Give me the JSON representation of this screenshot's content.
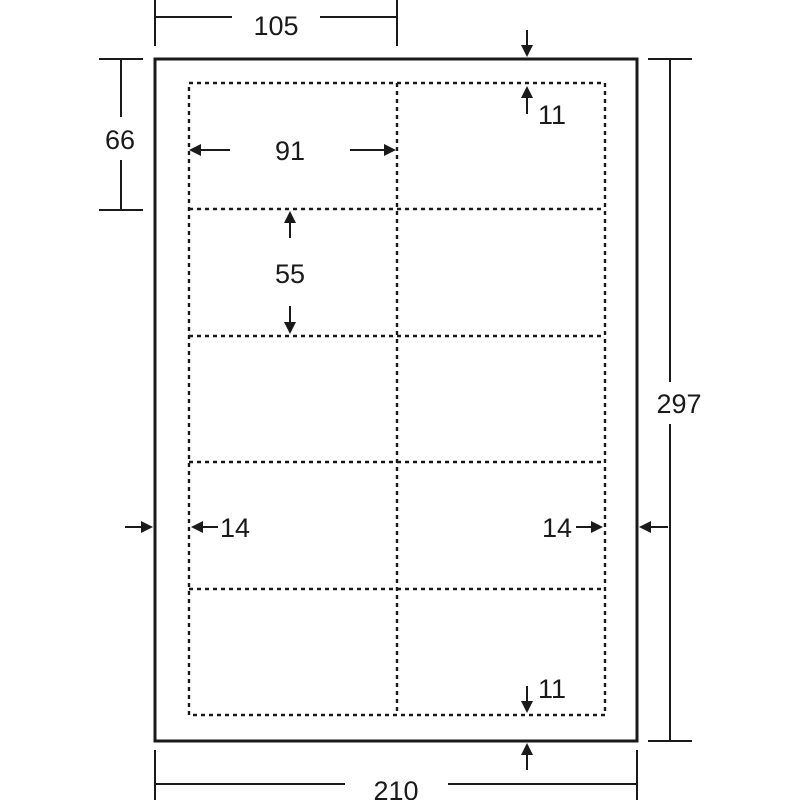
{
  "dimensions": {
    "card_column_pitch": "105",
    "card_row_pitch": "66",
    "card_width": "91",
    "card_height": "55",
    "top_margin": "11",
    "bottom_margin": "11",
    "left_margin": "14",
    "right_margin": "14",
    "sheet_height": "297",
    "sheet_width": "210"
  },
  "layout": {
    "columns": 2,
    "rows": 5
  },
  "colors": {
    "line": "#1a1a1a",
    "sheet": "#ffffff"
  }
}
